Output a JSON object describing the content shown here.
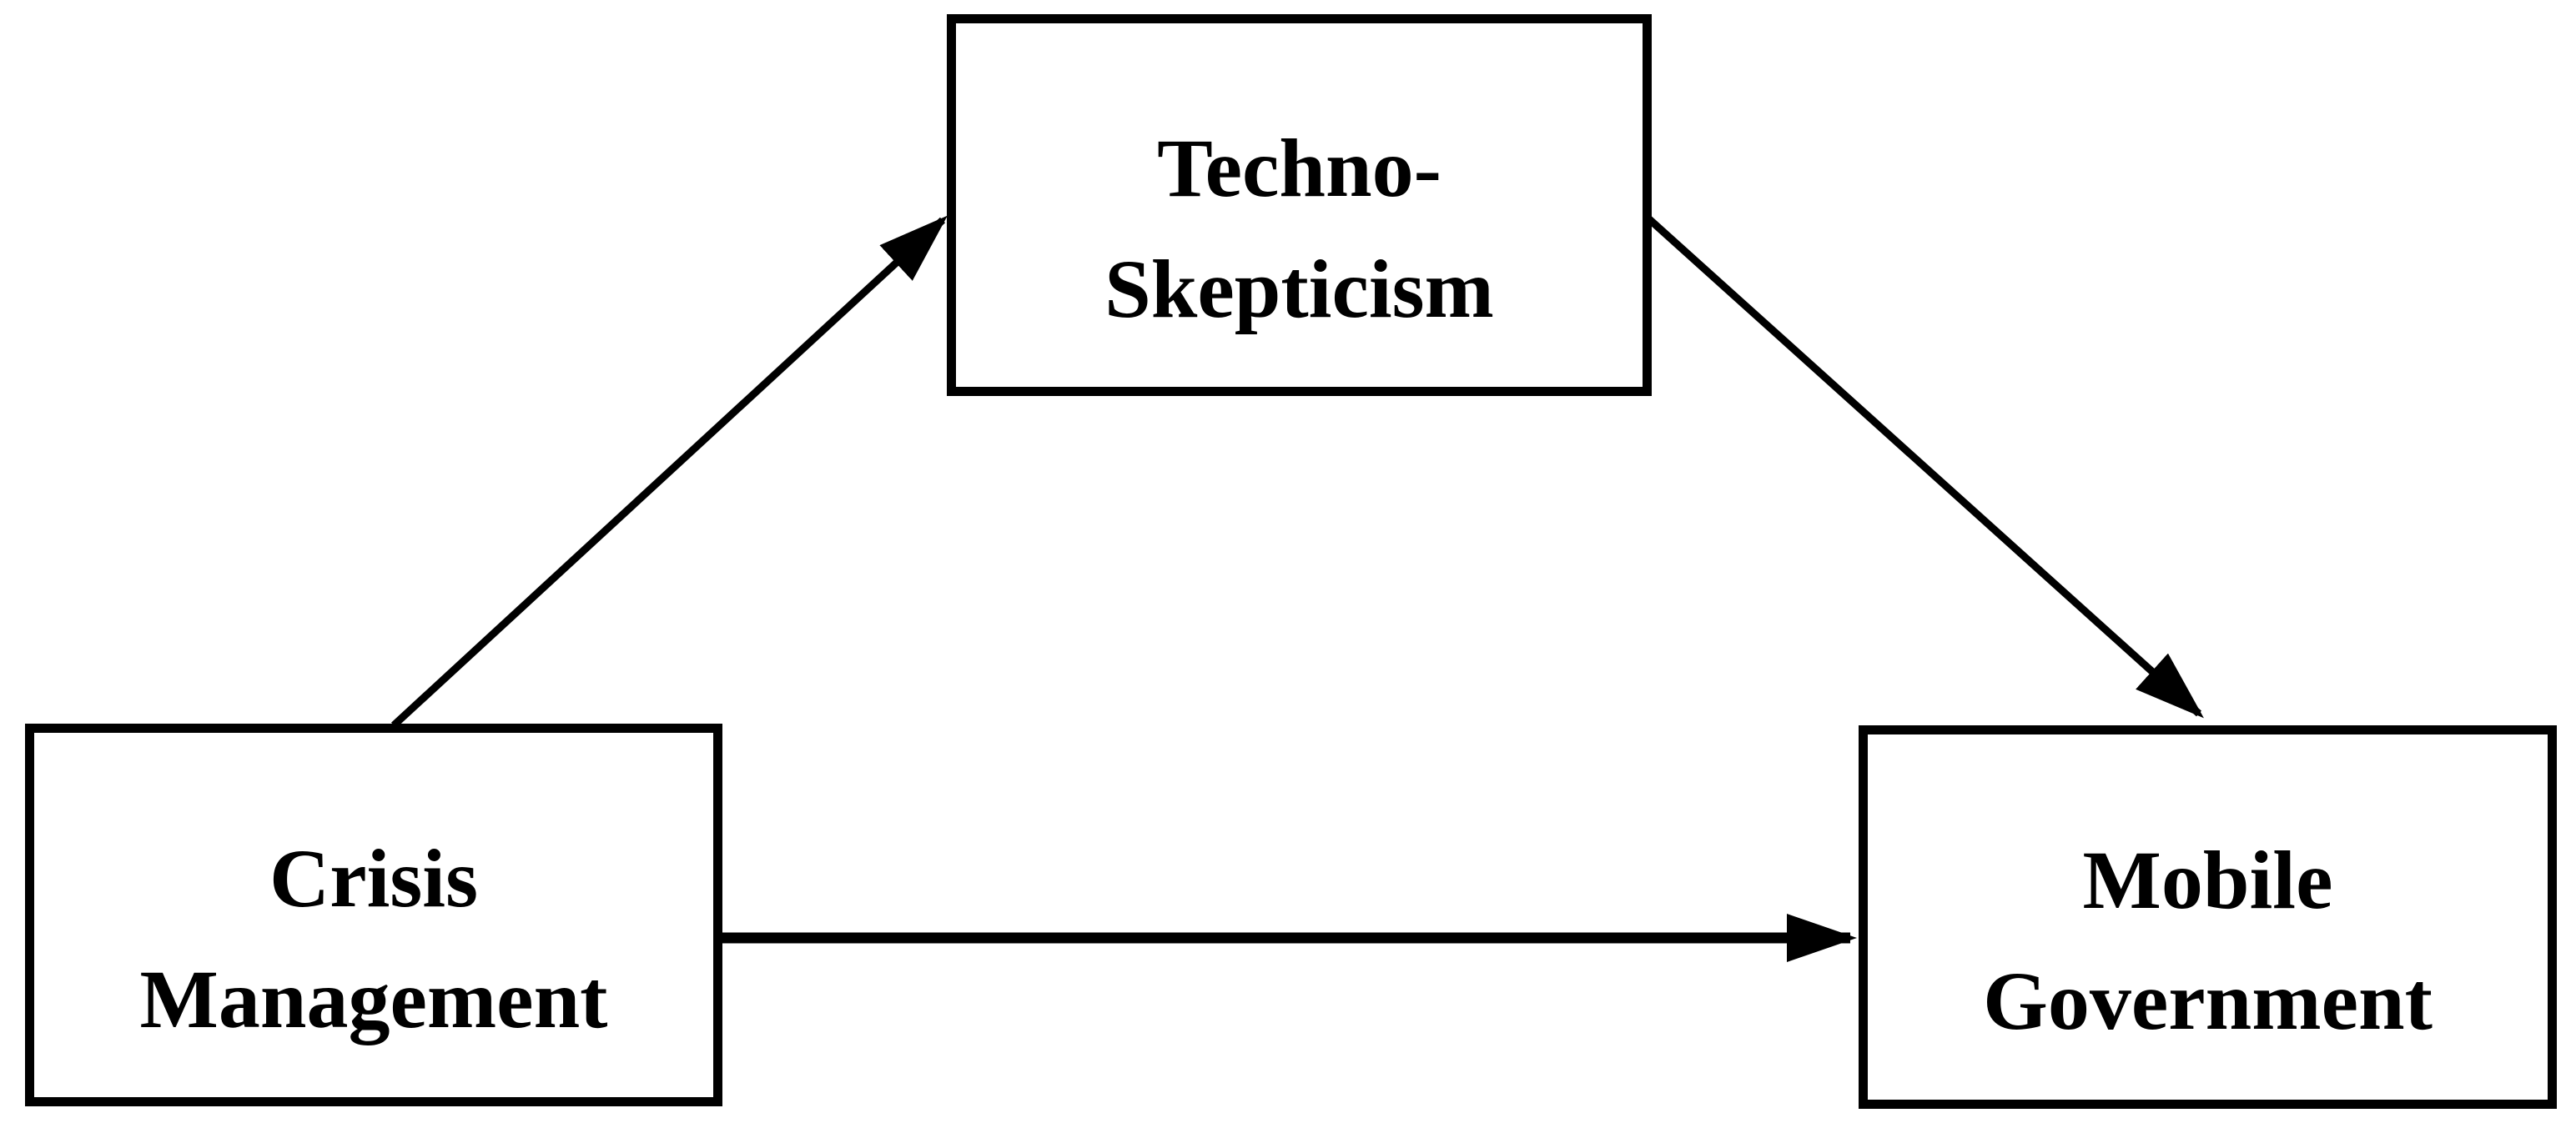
{
  "figure": {
    "kind": "mediation-path-diagram"
  },
  "colors": {
    "line": "#000000",
    "text": "#000000",
    "background": "#ffffff"
  },
  "nodes": [
    {
      "id": "techno-skepticism",
      "lines": [
        "Techno-",
        "Skepticism"
      ]
    },
    {
      "id": "crisis-management",
      "lines": [
        "Crisis",
        "Management"
      ]
    },
    {
      "id": "mobile-government",
      "lines": [
        "Mobile",
        "Government"
      ]
    }
  ],
  "edges": [
    {
      "from": "crisis-management",
      "to": "techno-skepticism",
      "style": "arrow"
    },
    {
      "from": "techno-skepticism",
      "to": "mobile-government",
      "style": "arrow"
    },
    {
      "from": "crisis-management",
      "to": "mobile-government",
      "style": "arrow"
    }
  ]
}
